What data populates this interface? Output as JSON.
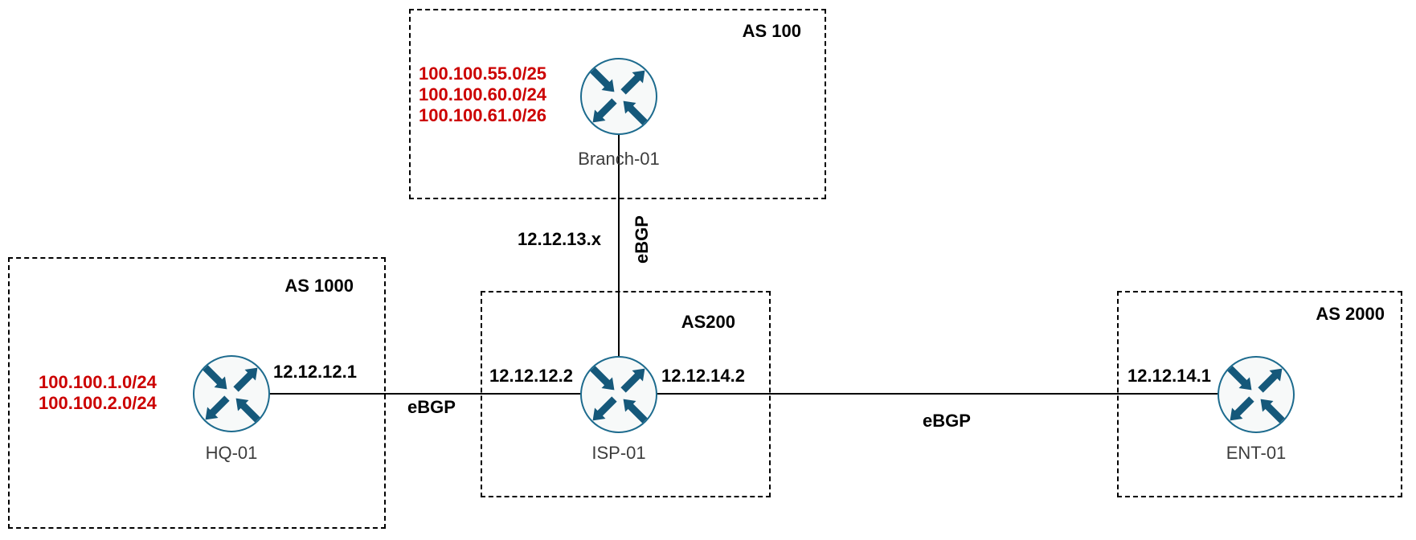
{
  "as_groups": [
    {
      "label": "AS 100",
      "router": "Branch-01",
      "advertised_prefixes": [
        "100.100.55.0/25",
        "100.100.60.0/24",
        "100.100.61.0/26"
      ]
    },
    {
      "label": "AS 1000",
      "router": "HQ-01",
      "advertised_prefixes": [
        "100.100.1.0/24",
        "100.100.2.0/24"
      ]
    },
    {
      "label": "AS200",
      "router": "ISP-01",
      "advertised_prefixes": []
    },
    {
      "label": "AS 2000",
      "router": "ENT-01",
      "advertised_prefixes": []
    }
  ],
  "links": [
    {
      "protocol_label": "eBGP",
      "subnet_label": "12.12.13.x",
      "endpoints": [
        {
          "node": "Branch-01"
        },
        {
          "node": "ISP-01"
        }
      ]
    },
    {
      "protocol_label": "eBGP",
      "endpoints": [
        {
          "node": "HQ-01",
          "ip": "12.12.12.1"
        },
        {
          "node": "ISP-01",
          "ip": "12.12.12.2"
        }
      ]
    },
    {
      "protocol_label": "eBGP",
      "endpoints": [
        {
          "node": "ISP-01",
          "ip": "12.12.14.2"
        },
        {
          "node": "ENT-01",
          "ip": "12.12.14.1"
        }
      ]
    }
  ],
  "icons": {
    "router": "cisco-router-icon"
  },
  "colors": {
    "prefix_text": "#cc0000",
    "label_text": "#000000",
    "router_name_text": "#3d3d3d",
    "router_fill": "#f7f9f9",
    "router_stroke": "#1d6b8e",
    "router_arrow": "#15587a",
    "link_line": "#000000",
    "box_border": "#000000",
    "background": "#ffffff"
  }
}
